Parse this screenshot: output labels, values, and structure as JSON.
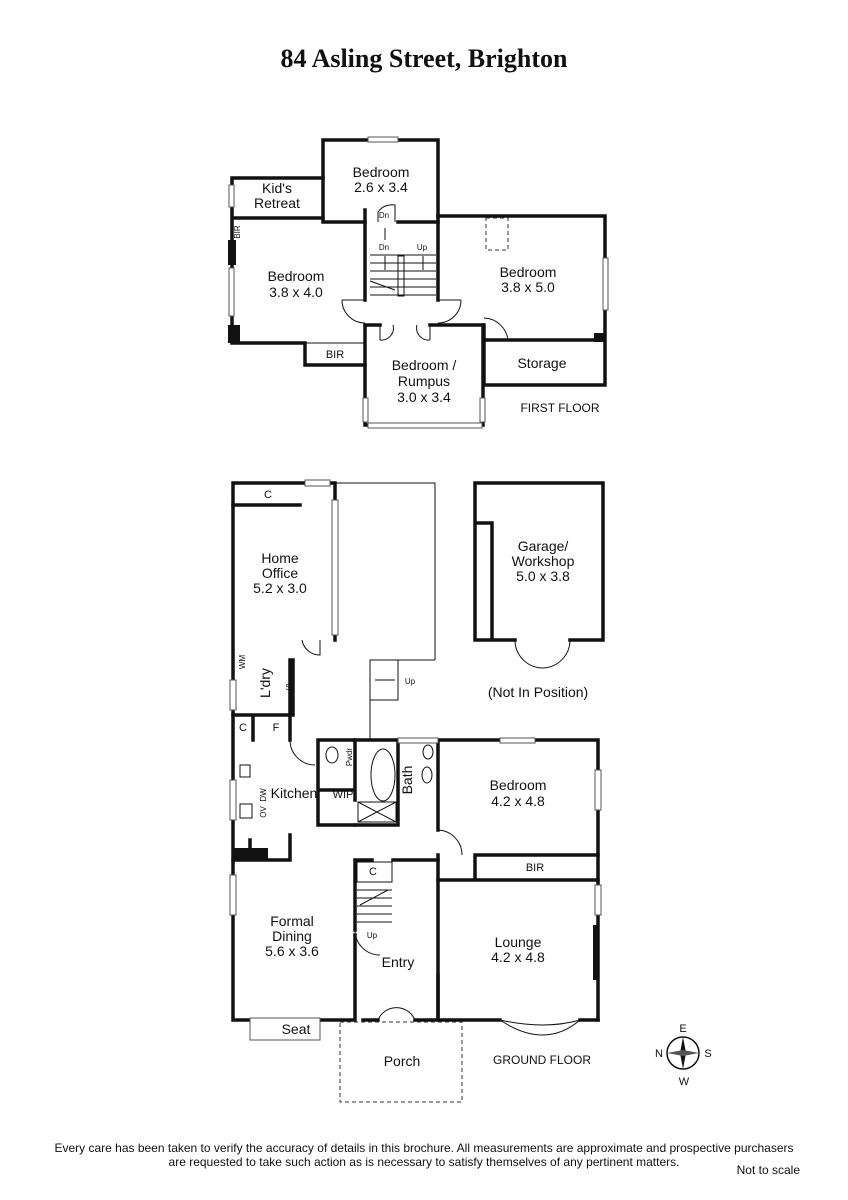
{
  "title": "84 Asling Street, Brighton",
  "first_floor": {
    "label": "FIRST FLOOR",
    "rooms": {
      "bed_top": {
        "name": "Bedroom",
        "dims": "2.6 x 3.4"
      },
      "kids": {
        "line1": "Kid's",
        "line2": "Retreat"
      },
      "bed_left": {
        "name": "Bedroom",
        "dims": "3.8 x 4.0"
      },
      "bed_right": {
        "name": "Bedroom",
        "dims": "3.8 x 5.0"
      },
      "rumpus": {
        "line1": "Bedroom /",
        "line2": "Rumpus",
        "dims": "3.0 x 3.4"
      },
      "storage": "Storage",
      "bir_bottom": "BIR",
      "bir_side": "BIR"
    },
    "stairs": {
      "dn1": "Dn",
      "dn2": "Dn",
      "up": "Up"
    }
  },
  "ground_floor": {
    "label": "GROUND FLOOR",
    "rooms": {
      "office": {
        "line1": "Home",
        "line2": "Office",
        "dims": "5.2 x 3.0"
      },
      "c_office": "C",
      "garage": {
        "line1": "Garage/",
        "line2": "Workshop",
        "dims": "5.0 x 3.8"
      },
      "garage_note": "(Not In Position)",
      "laundry": "L'dry",
      "wm": "WM",
      "s": "S",
      "c_laundry": "C",
      "f": "F",
      "up_back": "Up",
      "kitchen": "Kitchen",
      "wip": "WIP",
      "pwdr": "Pwdr",
      "ov": "OV",
      "dw": "DW",
      "bath": "Bath",
      "bedroom": {
        "name": "Bedroom",
        "dims": "4.2 x 4.8"
      },
      "bir": "BIR",
      "c_entry": "C",
      "up_entry": "Up",
      "dining": {
        "line1": "Formal",
        "line2": "Dining",
        "dims": "5.6 x 3.6"
      },
      "entry": "Entry",
      "lounge": {
        "name": "Lounge",
        "dims": "4.2 x 4.8"
      },
      "seat": "Seat",
      "porch": "Porch"
    }
  },
  "compass": {
    "n": "N",
    "e": "E",
    "s": "S",
    "w": "W"
  },
  "disclaimer": {
    "line1": "Every care has been taken to verify the accuracy of details in this brochure.  All measurements are approximate and prospective purchasers",
    "line2": "are requested to take such action as is necessary to satisfy themselves of any pertinent matters."
  },
  "not_to_scale": "Not to scale"
}
